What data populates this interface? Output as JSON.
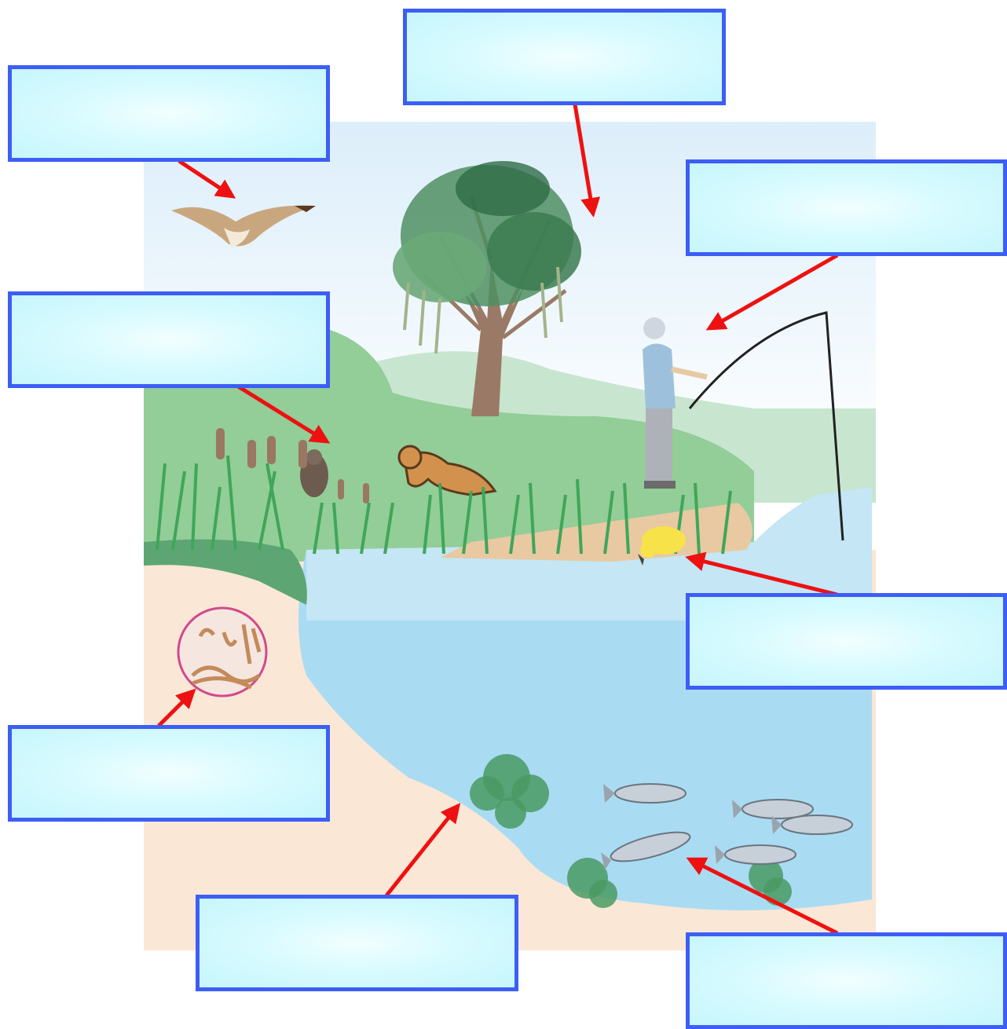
{
  "diagram": {
    "subject": "pond-ecosystem",
    "components": [
      {
        "id": "bird",
        "icon": "osprey-icon"
      },
      {
        "id": "tree",
        "icon": "tree-icon"
      },
      {
        "id": "fisherman",
        "icon": "fisherman-icon"
      },
      {
        "id": "muskrat",
        "icon": "muskrat-icon"
      },
      {
        "id": "otter",
        "icon": "otter-icon"
      },
      {
        "id": "duckling",
        "icon": "duckling-icon"
      },
      {
        "id": "decomposers",
        "icon": "microbe-circle-icon"
      },
      {
        "id": "water-plants",
        "icon": "water-plant-icon"
      },
      {
        "id": "fish",
        "icon": "fish-icon"
      }
    ]
  },
  "labels": {
    "top_left": "",
    "top_center": "",
    "right_upper": "",
    "left_middle": "",
    "right_middle": "",
    "left_lower": "",
    "bottom_center": "",
    "bottom_right": ""
  },
  "colors": {
    "box_border": "#3d5ef5",
    "box_fill": "#d8fbff",
    "arrow": "#ee1111",
    "sky": "#e8f4fb",
    "grass": "#8fcb95",
    "water": "#a9dcf2",
    "sand": "#fbe7d6"
  }
}
